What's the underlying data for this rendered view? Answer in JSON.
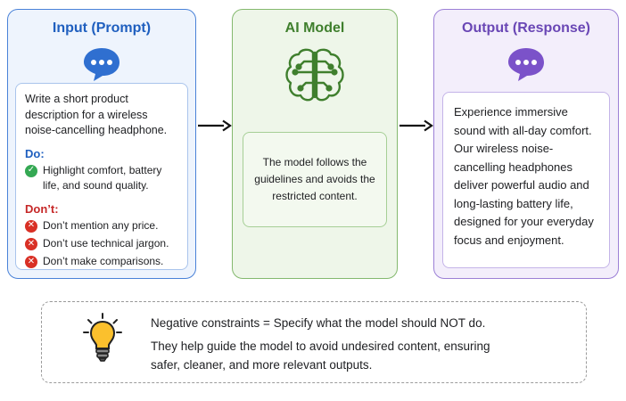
{
  "input": {
    "title": "Input (Prompt)",
    "prompt": "Write a short product description for a wireless noise-cancelling headphone.",
    "do_label": "Do:",
    "do_items": [
      "Highlight comfort, battery life, and sound quality."
    ],
    "dont_label": "Don’t:",
    "dont_items": [
      "Don’t mention any price.",
      "Don’t use technical jargon.",
      "Don’t make comparisons."
    ],
    "icon": "chat-bubble-icon"
  },
  "model": {
    "title": "AI Model",
    "description": "The model follows the guidelines and avoids the restricted content.",
    "icon": "brain-circuit-icon"
  },
  "output": {
    "title": "Output (Response)",
    "response": "Experience immersive sound with all-day comfort. Our wireless noise-cancelling headphones deliver powerful audio and long-lasting battery life, designed for your everyday focus and enjoyment.",
    "icon": "chat-bubble-icon"
  },
  "note": {
    "line1": "Negative constraints =  Specify what the model should NOT do.",
    "line2": "They help guide the model to avoid undesired content, ensuring safer, cleaner, and more relevant outputs.",
    "icon": "lightbulb-icon"
  },
  "colors": {
    "input_accent": "#1f5fbf",
    "model_accent": "#3f7f2d",
    "output_accent": "#6a47b5",
    "do_check": "#34a853",
    "dont_x": "#d93025"
  }
}
